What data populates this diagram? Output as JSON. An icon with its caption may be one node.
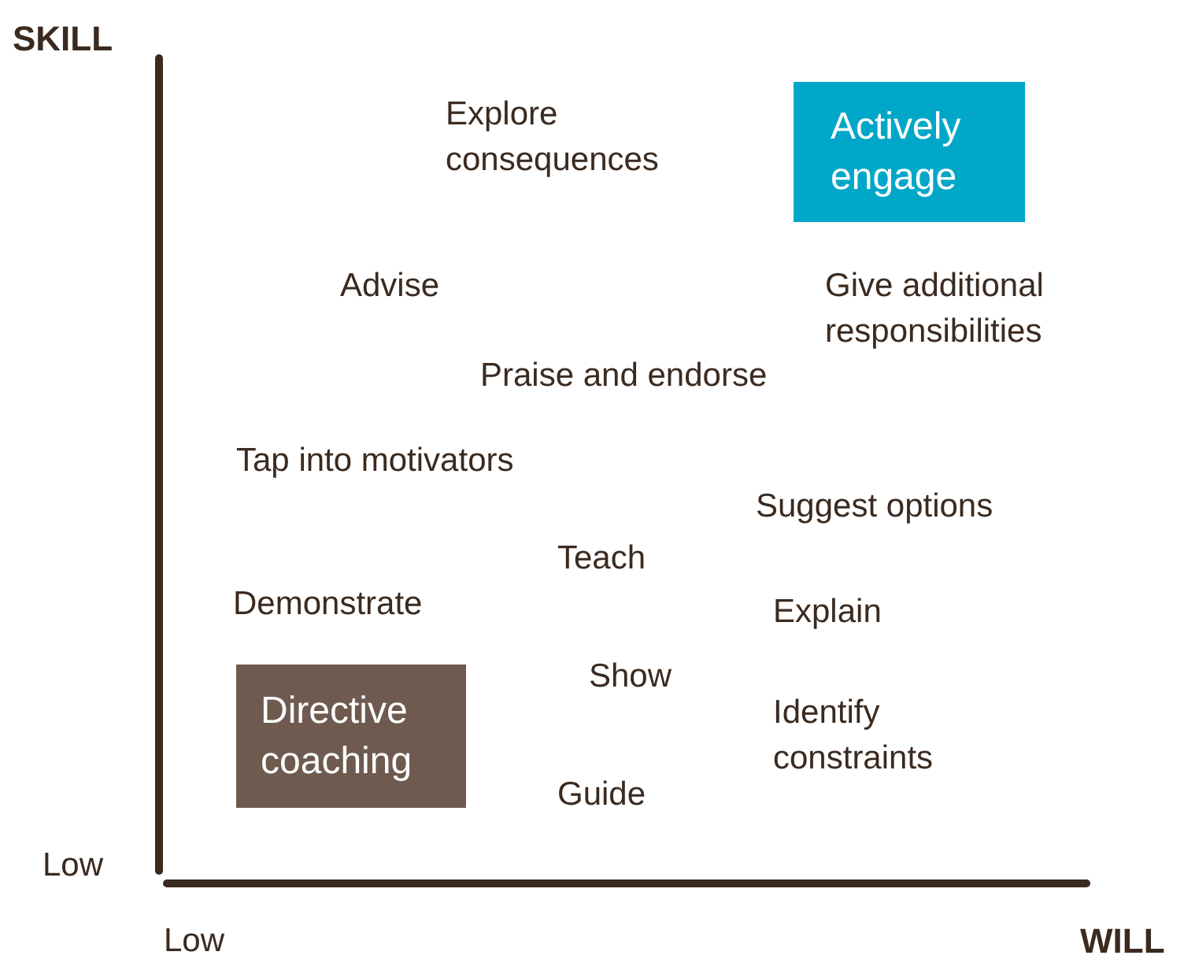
{
  "diagram": {
    "nodes": [
      {
        "text": [
          "Actively engage"
        ]
      },
      {
        "text": [
          "Directive coaching"
        ]
      }
    ],
    "labels": [
      "SKILL",
      "Explore consequences",
      "Advise",
      "Give additional responsibilities",
      "Praise and endorse",
      "Tap into motivators",
      "Suggest options",
      "Teach",
      "Demonstrate",
      "Explain",
      "Show",
      "Identify constraints",
      "Guide",
      "Low",
      "Low",
      "WILL"
    ]
  }
}
